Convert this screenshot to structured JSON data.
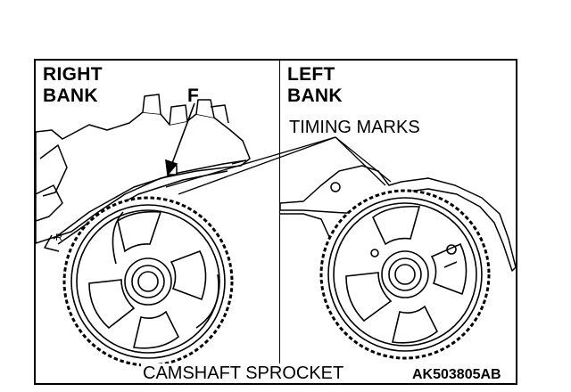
{
  "labels": {
    "right_bank_line1": "RIGHT",
    "right_bank_line2": "BANK",
    "left_bank_line1": "LEFT",
    "left_bank_line2": "BANK",
    "callout_f": "F",
    "timing_marks": "TIMING MARKS",
    "camshaft_sprocket": "CAMSHAFT SPROCKET",
    "figure_code": "AK503805AB"
  },
  "colors": {
    "line": "#000000",
    "background": "#ffffff"
  }
}
